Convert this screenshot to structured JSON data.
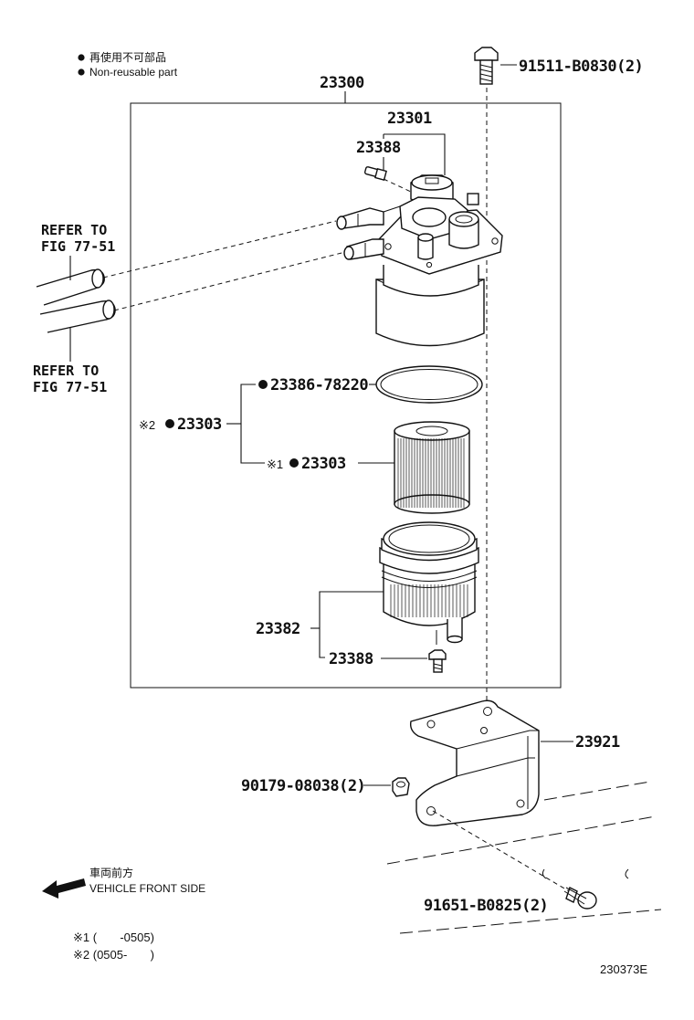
{
  "legend": {
    "items": [
      {
        "bullet": "●",
        "text": "再使用不可部品"
      },
      {
        "bullet": "●",
        "text": "Non-reusable part"
      }
    ]
  },
  "parts": {
    "assembly": "23300",
    "bolt_top": "91511-B0830(2)",
    "housing": "23301",
    "vent_plug_top": "23388",
    "o_ring": "23386-78220",
    "filter_kit": "23303",
    "filter_kit_mark": "※2",
    "element": "23303",
    "element_mark": "※1",
    "bowl": "23382",
    "drain_plug": "23388",
    "bracket": "23921",
    "nut": "90179-08038(2)",
    "bolt_bottom": "91651-B0825(2)"
  },
  "marks": {
    "non_reusable": "●"
  },
  "refs": {
    "ref1_line1": "REFER TO",
    "ref1_line2": "FIG 77-51",
    "ref2_line1": "REFER TO",
    "ref2_line2": "FIG 77-51"
  },
  "direction": {
    "jp": "車両前方",
    "en": "VEHICLE FRONT SIDE"
  },
  "footnotes": {
    "note1": "※1 (       -0505)",
    "note2": "※2 (0505-       )"
  },
  "figure_id": "230373E"
}
